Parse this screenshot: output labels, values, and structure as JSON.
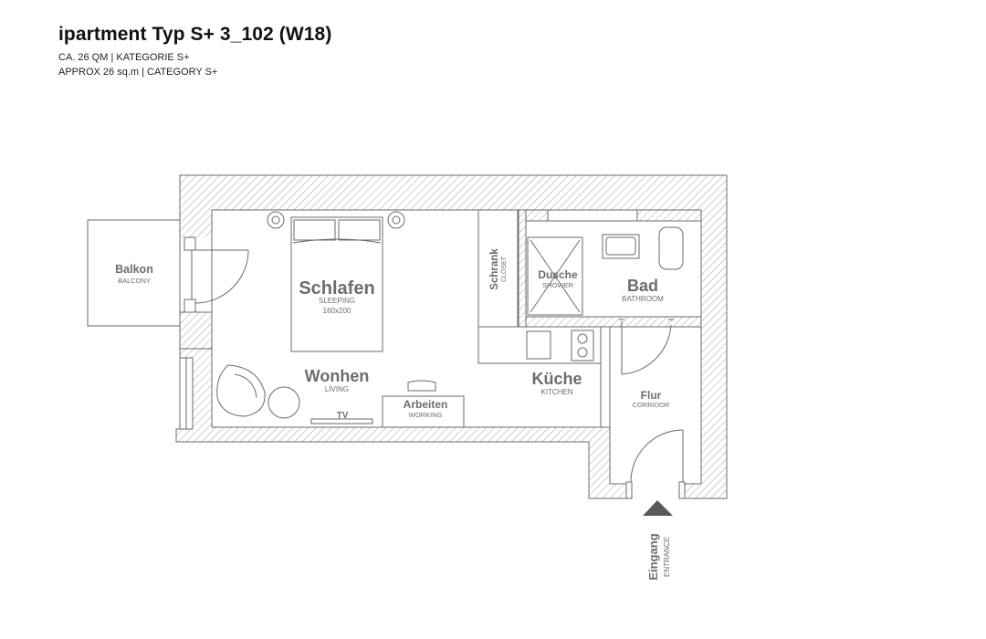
{
  "header": {
    "title": "ipartment Typ S+ 3_102 (W18)",
    "line1": "CA. 26 QM | KATEGORIE S+",
    "line2": "APPROX 26 sq.m | CATEGORY S+"
  },
  "rooms": {
    "balkon": {
      "name": "Balkon",
      "sub": "BALCONY"
    },
    "schlafen": {
      "name": "Schlafen",
      "sub": "SLEEPING",
      "detail": "160x200"
    },
    "schrank": {
      "name": "Schrank",
      "sub": "CLOSET"
    },
    "dusche": {
      "name": "Dusche",
      "sub": "SHOWER"
    },
    "bad": {
      "name": "Bad",
      "sub": "BATHROOM"
    },
    "wohnen": {
      "name": "Wonhen",
      "sub": "LIVING"
    },
    "tv": {
      "name": "TV"
    },
    "arbeiten": {
      "name": "Arbeiten",
      "sub": "WORKING"
    },
    "kueche": {
      "name": "Küche",
      "sub": "KITCHEN"
    },
    "flur": {
      "name": "Flur",
      "sub": "CORRIDOR"
    },
    "eingang": {
      "name": "Eingang",
      "sub": "ENTRANCE"
    }
  },
  "colors": {
    "wall": "#6a6a6a",
    "label": "#6d6d6d",
    "arrow": "#5a5a5a"
  }
}
